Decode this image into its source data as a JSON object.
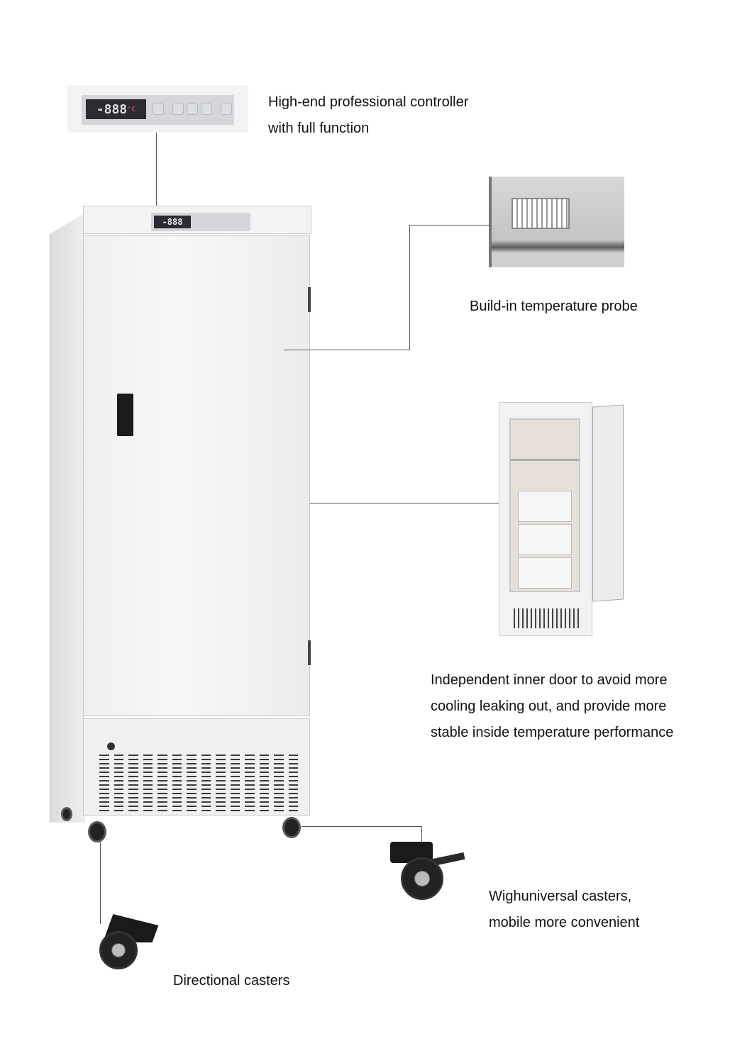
{
  "display_readout": "-888",
  "display_unit": "°C",
  "callouts": {
    "controller": [
      "High-end professional controller",
      "with full function"
    ],
    "probe": [
      "Build-in temperature probe"
    ],
    "inner_door": [
      "Independent inner door to avoid more",
      "cooling leaking out, and provide more",
      "stable inside temperature performance"
    ],
    "universal_casters": [
      "Wighuniversal casters,",
      "mobile more convenient"
    ],
    "directional_casters": [
      "Directional casters"
    ]
  }
}
